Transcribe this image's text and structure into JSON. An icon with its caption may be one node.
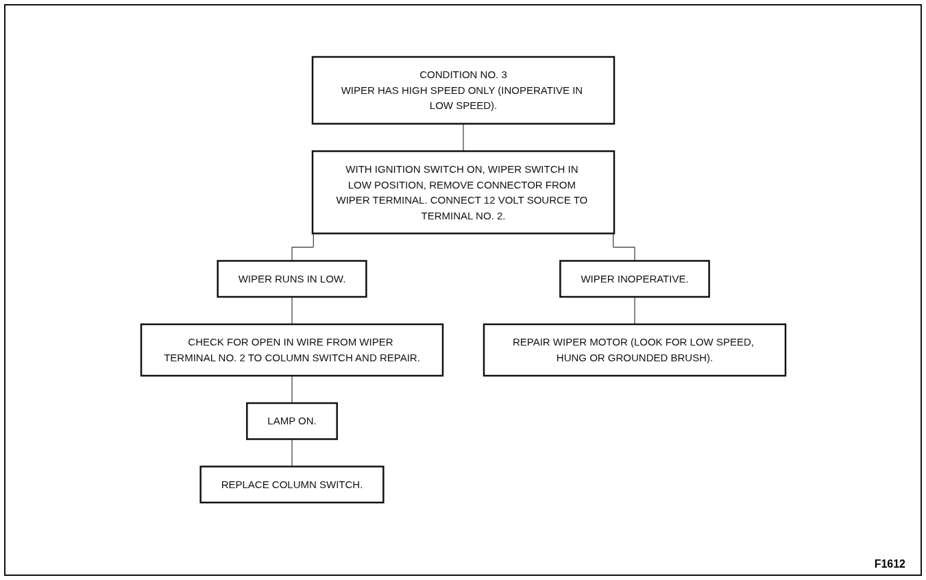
{
  "diagram": {
    "nodes": [
      {
        "text": [
          "CONDITION NO. 3",
          "WIPER HAS HIGH SPEED ONLY (INOPERATIVE IN LOW SPEED)."
        ]
      },
      {
        "text": [
          "WITH IGNITION SWITCH ON, WIPER SWITCH IN LOW POSITION, REMOVE CONNECTOR FROM WIPER TERMINAL. CONNECT 12 VOLT SOURCE TO TERMINAL NO. 2."
        ]
      },
      {
        "text": [
          "WIPER RUNS IN LOW."
        ]
      },
      {
        "text": [
          "WIPER INOPERATIVE."
        ]
      },
      {
        "text": [
          "CHECK FOR OPEN IN WIRE FROM WIPER TERMINAL NO. 2 TO COLUMN SWITCH AND REPAIR."
        ]
      },
      {
        "text": [
          "REPAIR WIPER MOTOR (LOOK FOR LOW SPEED, HUNG OR GROUNDED BRUSH)."
        ]
      },
      {
        "text": [
          "LAMP ON."
        ]
      },
      {
        "text": [
          "REPLACE COLUMN SWITCH."
        ]
      }
    ],
    "edges": [
      {
        "from": 0,
        "to": 1,
        "arrow": "none"
      },
      {
        "from": 1,
        "to": 2,
        "arrow": "none"
      },
      {
        "from": 1,
        "to": 3,
        "arrow": "none"
      },
      {
        "from": 2,
        "to": 4,
        "arrow": "none"
      },
      {
        "from": 3,
        "to": 5,
        "arrow": "none"
      },
      {
        "from": 4,
        "to": 6,
        "arrow": "none"
      },
      {
        "from": 6,
        "to": 7,
        "arrow": "none"
      }
    ],
    "labels": [
      "F1612"
    ]
  }
}
